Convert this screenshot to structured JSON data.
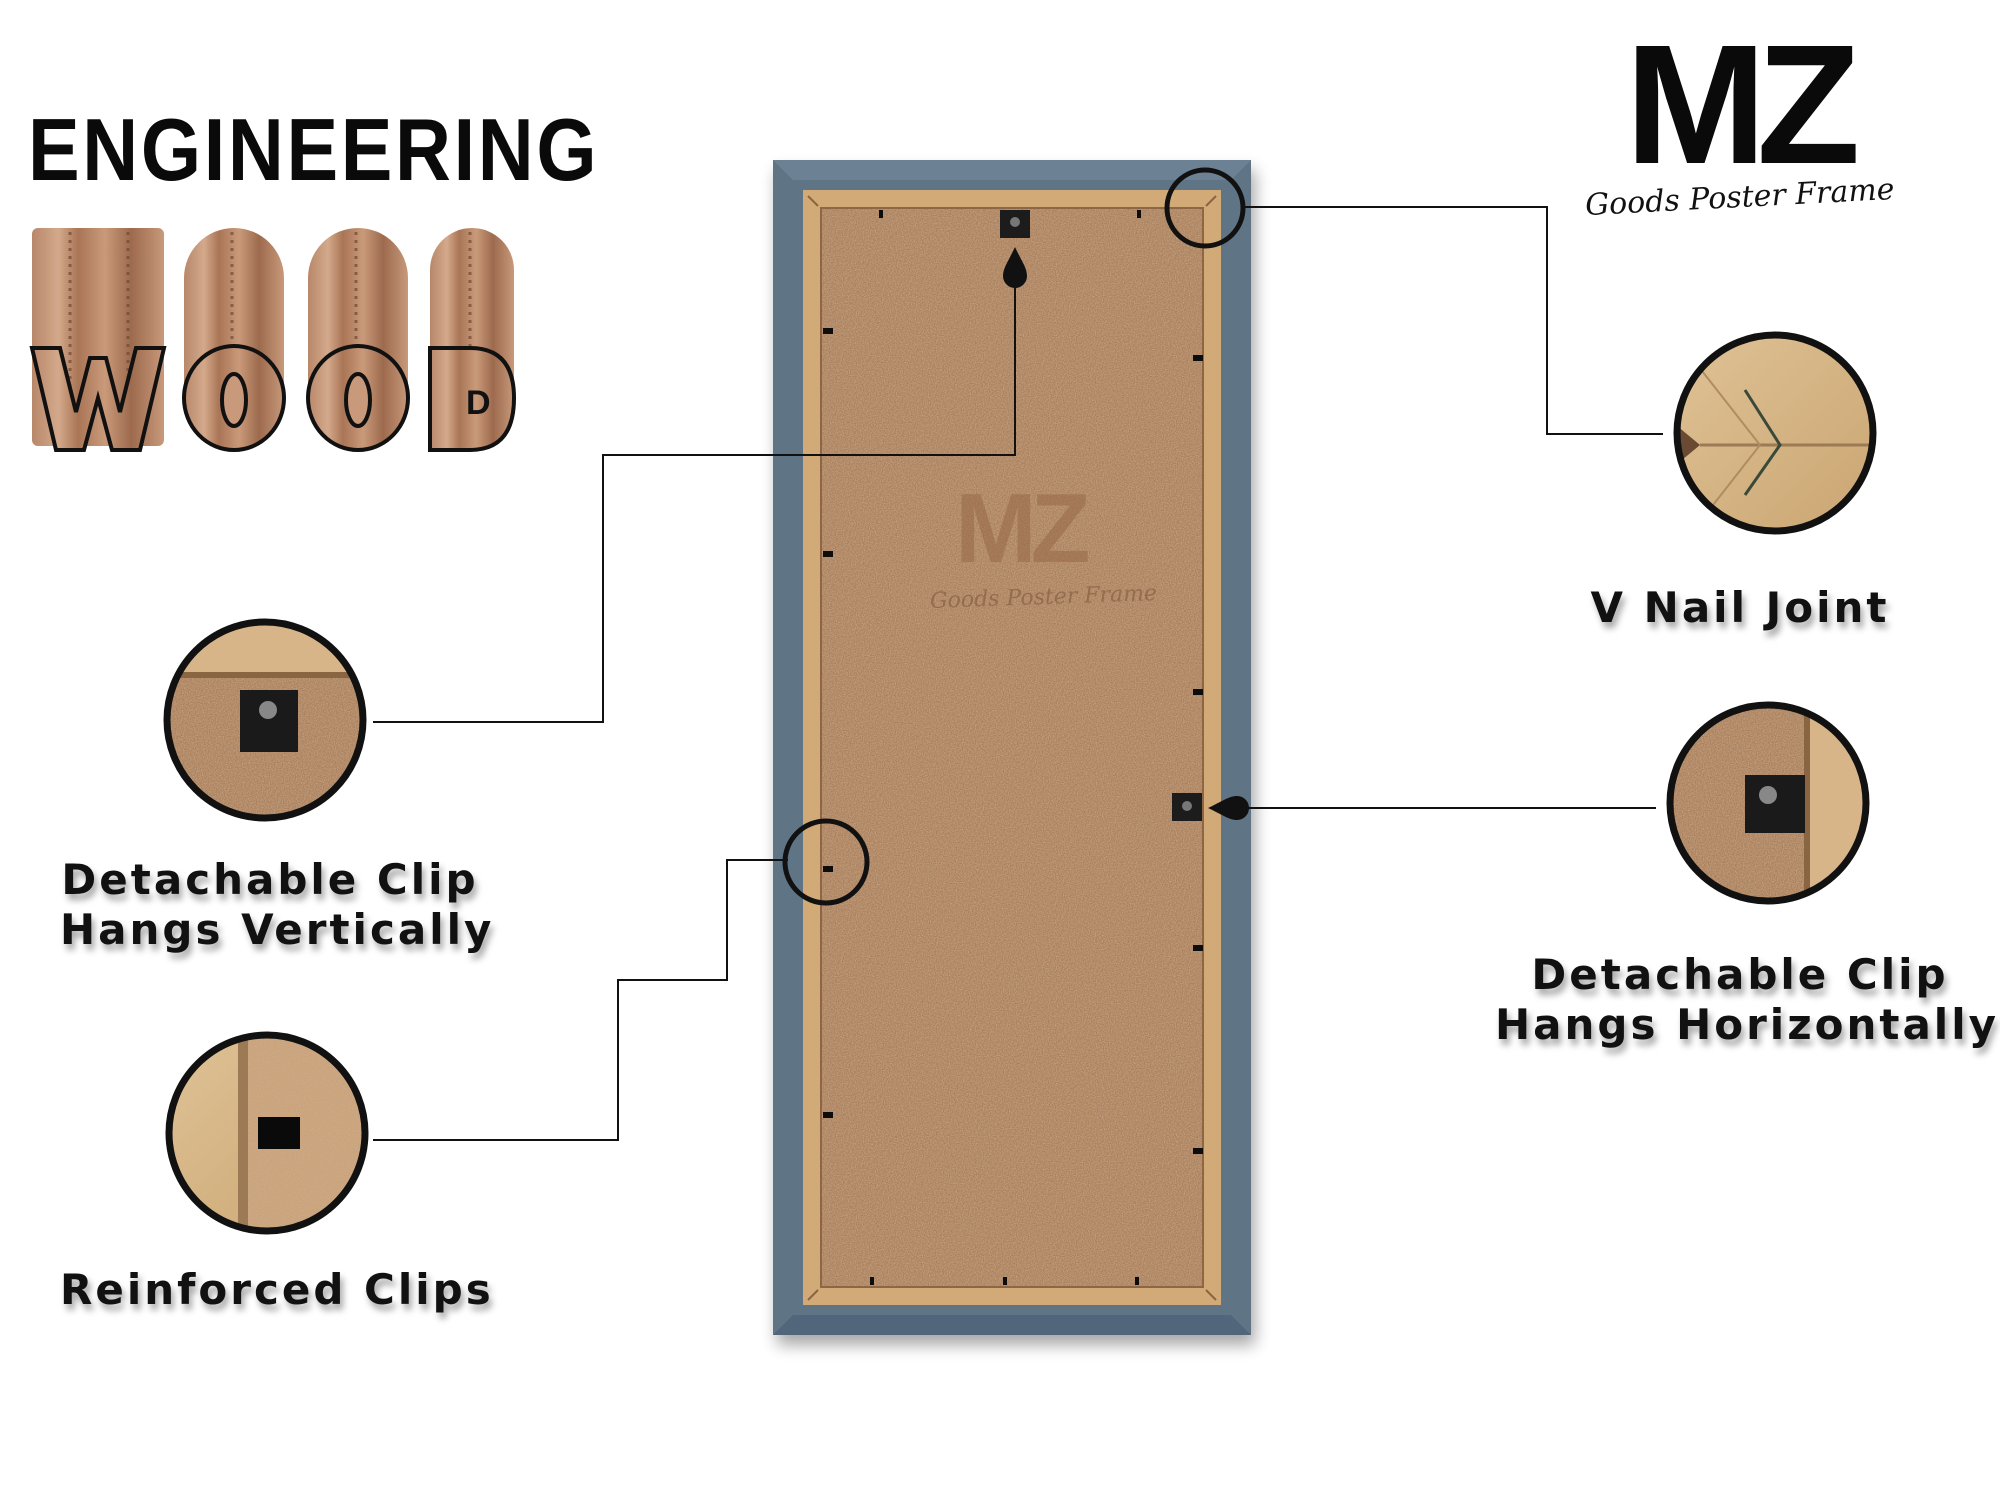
{
  "brand": {
    "logo_mark": "MZ",
    "logo_tagline": "Goods Poster Frame"
  },
  "heading": {
    "line1": "ENGINEERING",
    "line2": "WOOD"
  },
  "frame": {
    "frame_color": "#5e7486",
    "backing_color": "#a97e5a",
    "inner_edge_color": "#d2aa78",
    "watermark_mark": "MZ",
    "watermark_tagline": "Goods Poster Frame"
  },
  "callouts": {
    "vertical_clip": {
      "line1": "Detachable Clip",
      "line2": "Hangs Vertically",
      "icon": "hanging-clip-closeup"
    },
    "reinforced_clips": {
      "line1": "Reinforced Clips",
      "icon": "clip-closeup"
    },
    "v_nail_joint": {
      "line1": "V Nail Joint",
      "icon": "v-nail-closeup"
    },
    "horizontal_clip": {
      "line1": "Detachable Clip",
      "line2": "Hangs Horizontally",
      "icon": "hanging-clip-closeup"
    }
  }
}
